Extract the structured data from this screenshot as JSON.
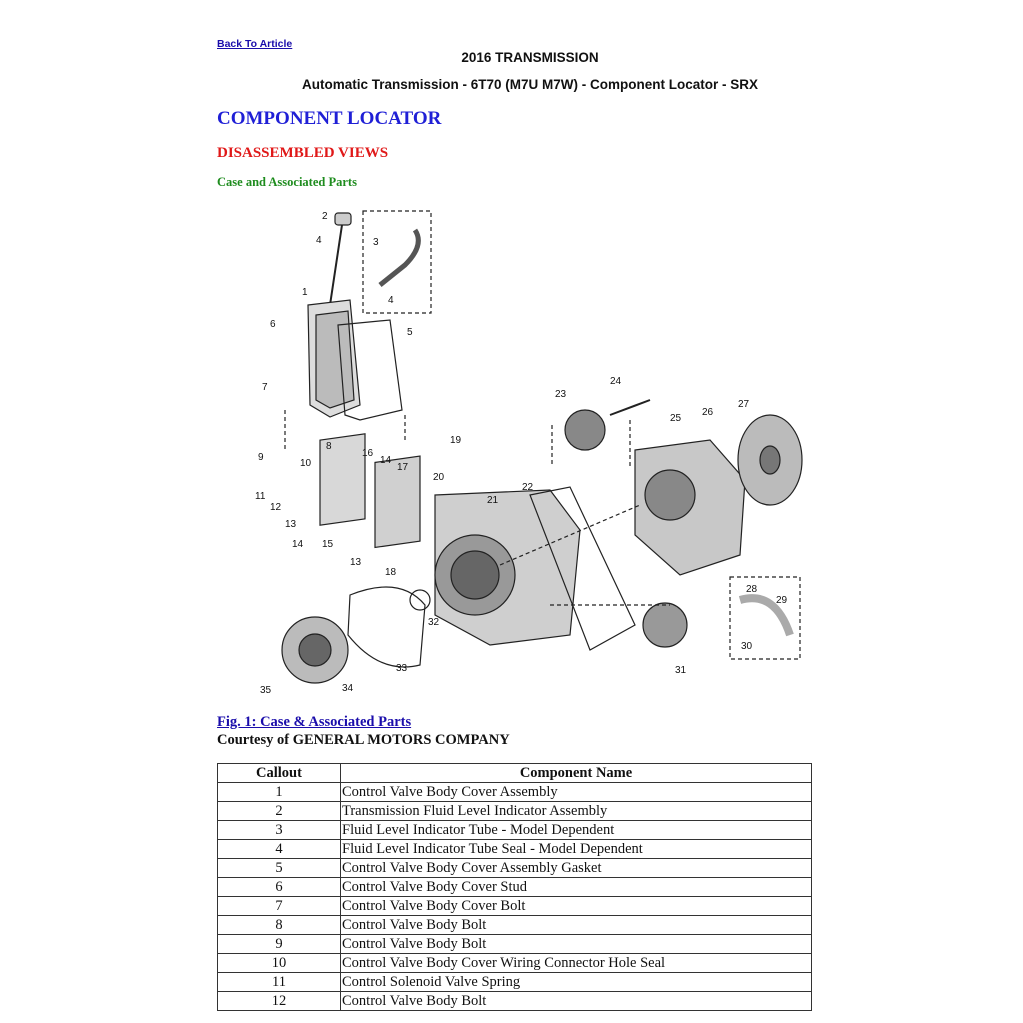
{
  "header": {
    "back_link": "Back To Article",
    "title": "2016 TRANSMISSION",
    "subtitle": "Automatic Transmission - 6T70 (M7U M7W) - Component Locator - SRX"
  },
  "section": {
    "heading": "COMPONENT LOCATOR",
    "subheading": "DISASSEMBLED VIEWS",
    "group": "Case and Associated Parts"
  },
  "figure": {
    "callouts": [
      "1",
      "2",
      "3",
      "4",
      "4",
      "5",
      "6",
      "7",
      "8",
      "9",
      "10",
      "11",
      "12",
      "13",
      "13",
      "14",
      "14",
      "15",
      "16",
      "17",
      "18",
      "19",
      "20",
      "21",
      "22",
      "23",
      "24",
      "25",
      "26",
      "27",
      "28",
      "29",
      "30",
      "31",
      "32",
      "33",
      "34",
      "35"
    ],
    "caption": "Fig. 1: Case & Associated Parts",
    "courtesy": "Courtesy of GENERAL MOTORS COMPANY"
  },
  "table": {
    "headers": [
      "Callout",
      "Component Name"
    ],
    "rows": [
      [
        "1",
        "Control Valve Body Cover Assembly"
      ],
      [
        "2",
        "Transmission Fluid Level Indicator Assembly"
      ],
      [
        "3",
        "Fluid Level Indicator Tube - Model Dependent"
      ],
      [
        "4",
        "Fluid Level Indicator Tube Seal - Model Dependent"
      ],
      [
        "5",
        "Control Valve Body Cover Assembly Gasket"
      ],
      [
        "6",
        "Control Valve Body Cover Stud"
      ],
      [
        "7",
        "Control Valve Body Cover Bolt"
      ],
      [
        "8",
        "Control Valve Body Bolt"
      ],
      [
        "9",
        "Control Valve Body Bolt"
      ],
      [
        "10",
        "Control Valve Body Cover Wiring Connector Hole Seal"
      ],
      [
        "11",
        "Control Solenoid Valve Spring"
      ],
      [
        "12",
        "Control Valve Body Bolt"
      ]
    ]
  }
}
